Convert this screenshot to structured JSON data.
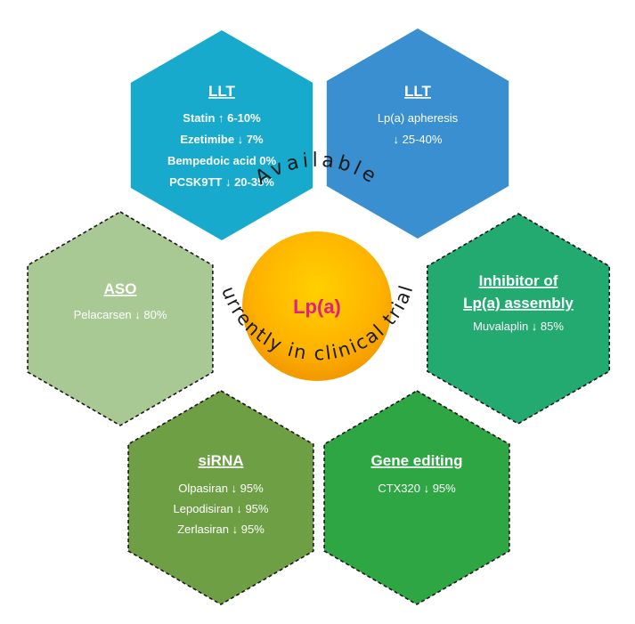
{
  "center": {
    "label": "Lp(a)",
    "label_color": "#e0217f"
  },
  "arcs": {
    "top": "Available",
    "bottom": "Currently in clinical trials"
  },
  "hexagons": [
    {
      "id": "llt-drugs",
      "title": "LLT",
      "lines": [
        "Statin ↑ 6-10%",
        "Ezetimibe ↓ 7%",
        "Bempedoic acid  0%",
        "PCSK9TT ↓ 20-35%"
      ],
      "fill": "#17aacd",
      "dashed": false,
      "bold_lines": true
    },
    {
      "id": "llt-apheresis",
      "title": "LLT",
      "lines": [
        "Lp(a) apheresis",
        "↓ 25-40%"
      ],
      "fill": "#3a8fd0",
      "dashed": false,
      "bold_lines": false
    },
    {
      "id": "aso",
      "title": "ASO",
      "lines": [
        "Pelacarsen ↓ 80%"
      ],
      "fill": "#a8c894",
      "dashed": true,
      "bold_lines": false
    },
    {
      "id": "inhibitor",
      "title": [
        "Inhibitor of",
        "Lp(a) assembly"
      ],
      "lines": [
        "Muvalaplin ↓ 85%"
      ],
      "fill": "#22aa70",
      "dashed": true,
      "bold_lines": false
    },
    {
      "id": "sirna",
      "title": "siRNA",
      "lines": [
        "Olpasiran ↓ 95%",
        "Lepodisiran ↓ 95%",
        "Zerlasiran ↓ 95%"
      ],
      "fill": "#6e9f45",
      "dashed": true,
      "bold_lines": false
    },
    {
      "id": "gene-editing",
      "title": "Gene editing",
      "lines": [
        "CTX320 ↓ 95%"
      ],
      "fill": "#2ea643",
      "dashed": true,
      "bold_lines": false
    }
  ]
}
